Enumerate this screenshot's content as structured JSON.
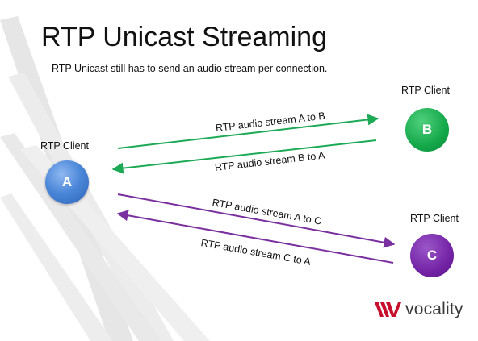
{
  "slide": {
    "title": "RTP Unicast Streaming",
    "subtitle": "RTP Unicast still has to send an audio stream per connection."
  },
  "clients": {
    "a": {
      "label": "RTP Client",
      "letter": "A",
      "color": "#4a86d8"
    },
    "b": {
      "label": "RTP Client",
      "letter": "B",
      "color": "#14a84a"
    },
    "c": {
      "label": "RTP Client",
      "letter": "C",
      "color": "#7323a5"
    }
  },
  "streams": {
    "a_to_b": "RTP audio stream A to B",
    "b_to_a": "RTP audio stream B to A",
    "a_to_c": "RTP audio stream A to C",
    "c_to_a": "RTP audio stream C to A"
  },
  "colors": {
    "green_arrow": "#1daa57",
    "purple_arrow": "#7a2f9e",
    "logo_red": "#c8102e"
  },
  "logo": {
    "text": "vocality",
    "icon": "vocality-logo-icon"
  }
}
